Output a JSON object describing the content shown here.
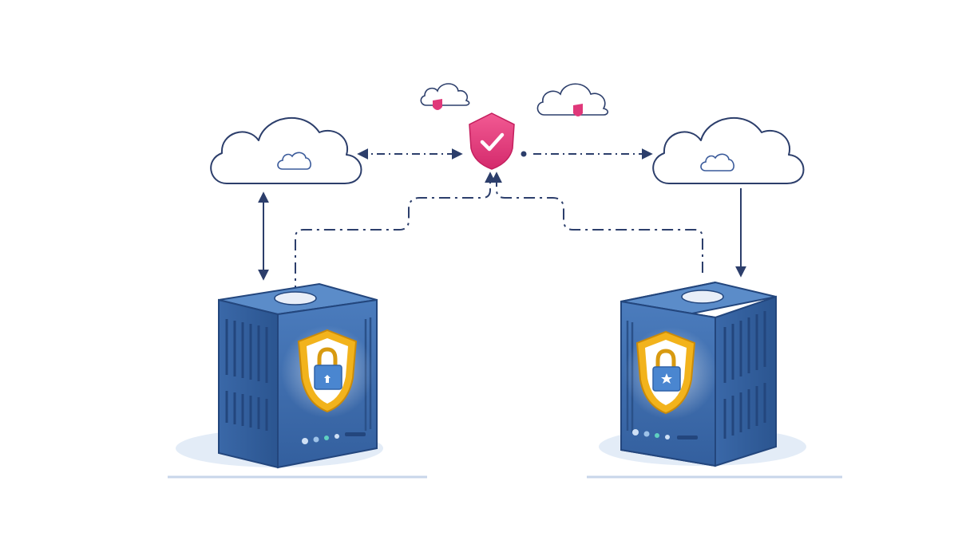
{
  "diagram": {
    "colors": {
      "background": "#ffffff",
      "line": "#2c3e6b",
      "cloud_fill": "#ffffff",
      "inner_cloud": "#3a5a9a",
      "shield_pink": "#e0387a",
      "shield_pink_light": "#f06a9e",
      "server_front": "#3f6fb0",
      "server_top": "#5b8cc9",
      "server_side": "#2f5a96",
      "server_dark": "#23467d",
      "lock_shield": "#f2b31c",
      "lock_body": "#4a86d0",
      "ground_shadow": "#e3ecf7"
    },
    "nodes": [
      {
        "name": "cloud-left",
        "icon": "cloud-icon"
      },
      {
        "name": "cloud-right",
        "icon": "cloud-icon"
      },
      {
        "name": "cloud-small-left",
        "icon": "cloud-icon"
      },
      {
        "name": "cloud-small-right",
        "icon": "cloud-icon"
      },
      {
        "name": "central-security-shield",
        "icon": "shield-check-icon"
      },
      {
        "name": "server-left",
        "icon": "server-icon",
        "badge": "shield-lock-icon"
      },
      {
        "name": "server-right",
        "icon": "server-icon",
        "badge": "shield-lock-icon"
      }
    ],
    "connections": [
      {
        "from": "cloud-left",
        "to": "central-security-shield",
        "style": "dash-dot",
        "direction": "bidirectional"
      },
      {
        "from": "central-security-shield",
        "to": "cloud-right",
        "style": "dash-dot",
        "direction": "forward"
      },
      {
        "from": "cloud-left",
        "to": "server-left",
        "style": "solid",
        "direction": "bidirectional"
      },
      {
        "from": "cloud-right",
        "to": "server-right",
        "style": "solid",
        "direction": "forward"
      },
      {
        "from": "server-left",
        "to": "central-security-shield",
        "style": "dash-dot",
        "direction": "forward"
      },
      {
        "from": "server-right",
        "to": "central-security-shield",
        "style": "dash-dot",
        "direction": "forward"
      }
    ]
  }
}
